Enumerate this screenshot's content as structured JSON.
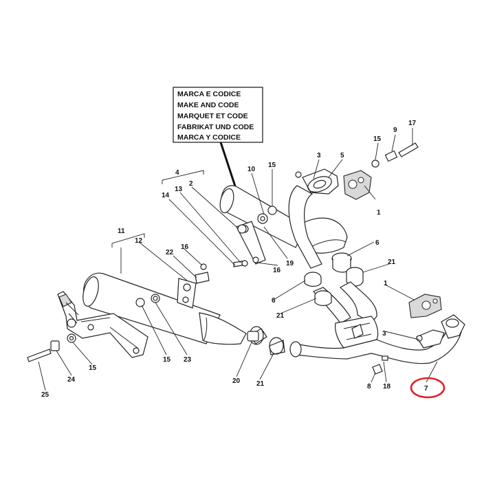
{
  "legend": {
    "lines": [
      "MARCA E CODICE",
      "MAKE AND CODE",
      "MARQUET ET CODE",
      "FABRIKAT UND CODE",
      "MARCA Y CODICE"
    ]
  },
  "callouts": {
    "c_3a": "3",
    "c_5": "5",
    "c_1a": "1",
    "c_15a": "15",
    "c_9": "9",
    "c_17": "17",
    "c_10": "10",
    "c_15b": "15",
    "c_4": "4",
    "c_2": "2",
    "c_13": "13",
    "c_14": "14",
    "c_19": "19",
    "c_16a": "16",
    "c_6a": "6",
    "c_21a": "21",
    "c_11": "11",
    "c_12": "12",
    "c_22": "22",
    "c_16b": "16",
    "c_1b": "1",
    "c_6b": "6",
    "c_21b": "21",
    "c_3b": "3",
    "c_15c": "15",
    "c_23": "23",
    "c_20": "20",
    "c_21c": "21",
    "c_8": "8",
    "c_18": "18",
    "c_7": "7",
    "c_24": "24",
    "c_15d": "15",
    "c_25": "25"
  },
  "highlight": {
    "part": "7",
    "color": "#e0202a"
  }
}
